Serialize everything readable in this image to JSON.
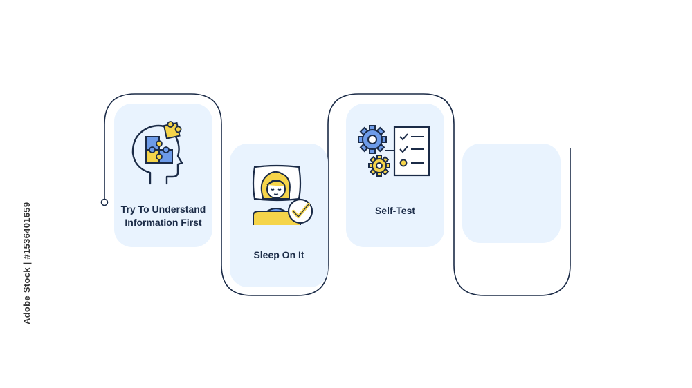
{
  "steps": [
    {
      "lines": [
        "Try To Understand",
        "Information First"
      ],
      "icon": "head-puzzle-icon"
    },
    {
      "lines": [
        "Sleep On It"
      ],
      "icon": "sleeping-person-check-icon"
    },
    {
      "lines": [
        "Self-Test"
      ],
      "icon": "gears-checklist-icon"
    },
    {
      "lines": [],
      "icon": ""
    }
  ],
  "watermark": "Adobe Stock | #1536401659",
  "colors": {
    "outline": "#1b2b47",
    "card": "#e9f3fe",
    "blue": "#6d9be8",
    "yellow": "#f5d44a"
  }
}
